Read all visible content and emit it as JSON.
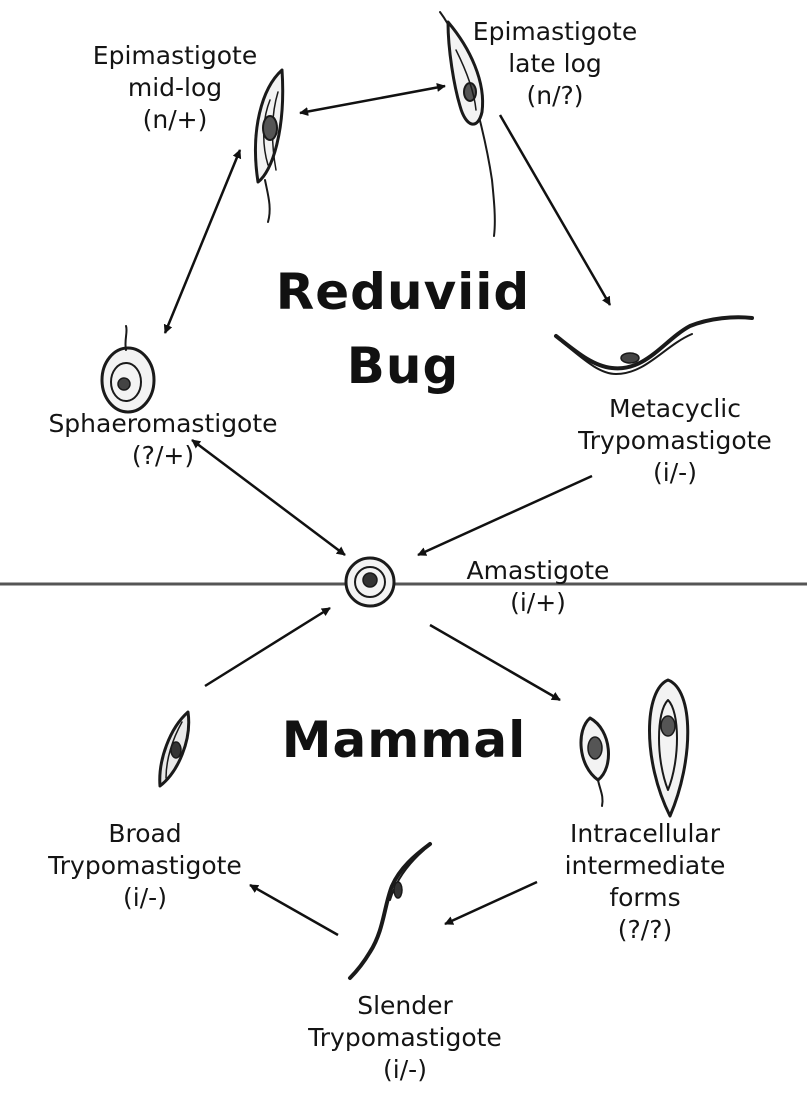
{
  "diagram": {
    "zones": {
      "bug_line1": "Reduviid",
      "bug_line2": "Bug",
      "mammal": "Mammal"
    },
    "stages": {
      "epi_midlog": {
        "line1": "Epimastigote",
        "line2": "mid-log",
        "line3": "(n/+)"
      },
      "epi_latelog": {
        "line1": "Epimastigote",
        "line2": "late log",
        "line3": "(n/?)"
      },
      "sphaero": {
        "line1": "Sphaeromastigote",
        "line2": "(?/+)"
      },
      "metacyclic": {
        "line1": "Metacyclic",
        "line2": "Trypomastigote",
        "line3": "(i/-)"
      },
      "amastigote": {
        "line1": "Amastigote",
        "line2": "(i/+)"
      },
      "broad": {
        "line1": "Broad",
        "line2": "Trypomastigote",
        "line3": "(i/-)"
      },
      "intracellular": {
        "line1": "Intracellular",
        "line2": "intermediate",
        "line3": "forms",
        "line4": "(?/?)"
      },
      "slender": {
        "line1": "Slender",
        "line2": "Trypomastigote",
        "line3": "(i/-)"
      }
    }
  }
}
